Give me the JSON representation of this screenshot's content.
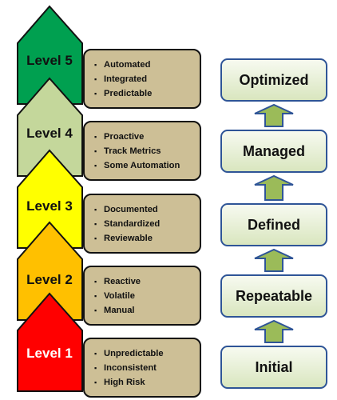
{
  "levels": [
    {
      "label": "Level 1",
      "items": [
        "Unpredictable",
        "Inconsistent",
        "High Risk"
      ],
      "color": "#ff0000"
    },
    {
      "label": "Level 2",
      "items": [
        "Reactive",
        "Volatile",
        "Manual"
      ],
      "color": "#ffc000"
    },
    {
      "label": "Level 3",
      "items": [
        "Documented",
        "Standardized",
        "Reviewable"
      ],
      "color": "#ffff00"
    },
    {
      "label": "Level 4",
      "items": [
        "Proactive",
        "Track Metrics",
        "Some Automation"
      ],
      "color": "#c4d79b"
    },
    {
      "label": "Level 5",
      "items": [
        "Automated",
        "Integrated",
        "Predictable"
      ],
      "color": "#00a050"
    }
  ],
  "stages": [
    "Optimized",
    "Managed",
    "Defined",
    "Repeatable",
    "Initial"
  ],
  "colors": {
    "description_fill": "#cdbf96",
    "stage_border": "#2f5597",
    "up_arrow": "#9bbb59"
  }
}
